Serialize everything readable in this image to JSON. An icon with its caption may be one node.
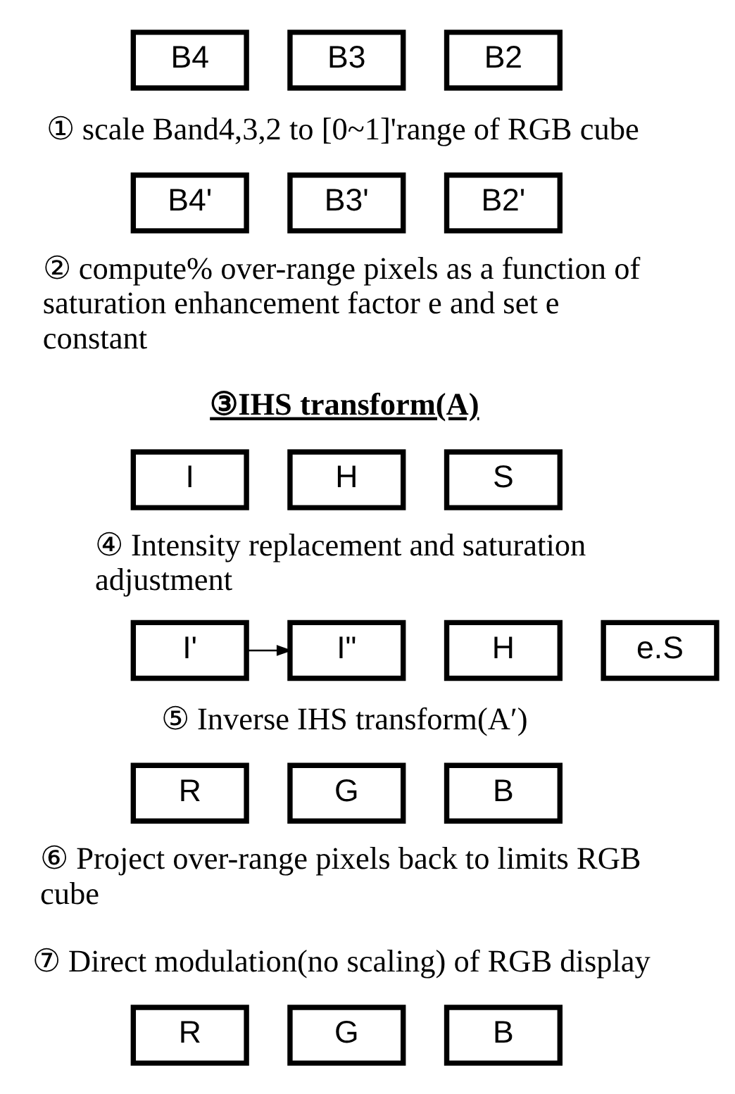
{
  "diagram": {
    "nodes": [
      {
        "text": [
          "B4"
        ]
      },
      {
        "text": [
          "B3"
        ]
      },
      {
        "text": [
          "B2"
        ]
      },
      {
        "text": [
          "B4'"
        ]
      },
      {
        "text": [
          "B3'"
        ]
      },
      {
        "text": [
          "B2'"
        ]
      },
      {
        "text": [
          "I"
        ]
      },
      {
        "text": [
          "H"
        ]
      },
      {
        "text": [
          "S"
        ]
      },
      {
        "text": [
          "I'"
        ]
      },
      {
        "text": [
          "I\""
        ]
      },
      {
        "text": [
          "H"
        ]
      },
      {
        "text": [
          "e.S"
        ]
      },
      {
        "text": [
          "R"
        ]
      },
      {
        "text": [
          "G"
        ]
      },
      {
        "text": [
          "B"
        ]
      },
      {
        "text": [
          "R"
        ]
      },
      {
        "text": [
          "G"
        ]
      },
      {
        "text": [
          "B"
        ]
      }
    ],
    "edges": [
      {
        "from": 9,
        "to": 10,
        "arrow": "to"
      }
    ],
    "labels": [
      "① scale Band4,3,2 to [0~1]'range of RGB cube",
      "② compute% over-range pixels as a function of saturation enhancement factor e and set e constant",
      "③IHS transform(A)",
      "④ Intensity replacement and saturation adjustment",
      "⑤ Inverse IHS transform(A′)",
      "⑥ Project over-range pixels back to limits RGB cube",
      "⑦ Direct modulation(no scaling) of RGB display"
    ]
  }
}
